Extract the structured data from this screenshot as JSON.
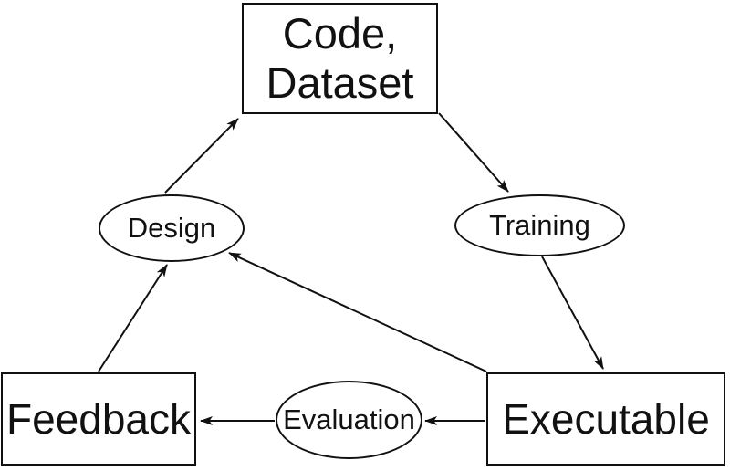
{
  "figure": {
    "type": "flow-diagram",
    "background_color": "#ffffff",
    "stroke_color": "#111111",
    "node_fill_color": "#ffffff",
    "text_color": "#111111",
    "nodes": [
      {
        "id": "code-dataset",
        "label": "Code,\nDataset",
        "shape": "rectangle"
      },
      {
        "id": "design",
        "label": "Design",
        "shape": "ellipse"
      },
      {
        "id": "training",
        "label": "Training",
        "shape": "ellipse"
      },
      {
        "id": "feedback",
        "label": "Feedback",
        "shape": "rectangle"
      },
      {
        "id": "evaluation",
        "label": "Evaluation",
        "shape": "ellipse"
      },
      {
        "id": "executable",
        "label": "Executable",
        "shape": "rectangle"
      }
    ],
    "edges": [
      {
        "from": "design",
        "to": "code-dataset"
      },
      {
        "from": "code-dataset",
        "to": "training"
      },
      {
        "from": "training",
        "to": "executable"
      },
      {
        "from": "executable",
        "to": "evaluation"
      },
      {
        "from": "evaluation",
        "to": "feedback"
      },
      {
        "from": "feedback",
        "to": "design"
      },
      {
        "from": "executable",
        "to": "design"
      }
    ]
  }
}
